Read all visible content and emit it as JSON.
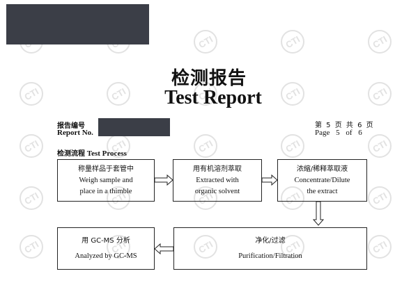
{
  "watermark": {
    "text": "CTI"
  },
  "header": {
    "title_cn": "检测报告",
    "title_en": "Test Report"
  },
  "report_no": {
    "label_cn": "报告编号",
    "label_en": "Report No."
  },
  "page_info": {
    "cn": "第 5 页 共 6 页",
    "en": "Page  5  of  6",
    "current": 5,
    "total": 6
  },
  "section": {
    "label_cn": "检测流程",
    "label_en": "Test Process"
  },
  "process": {
    "step1": {
      "cn": "称量样品于套管中",
      "en1": "Weigh sample and",
      "en2": "place in a thimble"
    },
    "step2": {
      "cn": "用有机溶剂萃取",
      "en1": "Extracted with",
      "en2": "organic solvent"
    },
    "step3": {
      "cn": "浓缩/稀释萃取液",
      "en1": "Concentrate/Dilute",
      "en2": "the extract"
    },
    "step4": {
      "cn": "净化/过滤",
      "en1": "Purification/Filtration"
    },
    "step5": {
      "cn": "用 GC-MS 分析",
      "en1": "Analyzed by GC-MS"
    }
  }
}
